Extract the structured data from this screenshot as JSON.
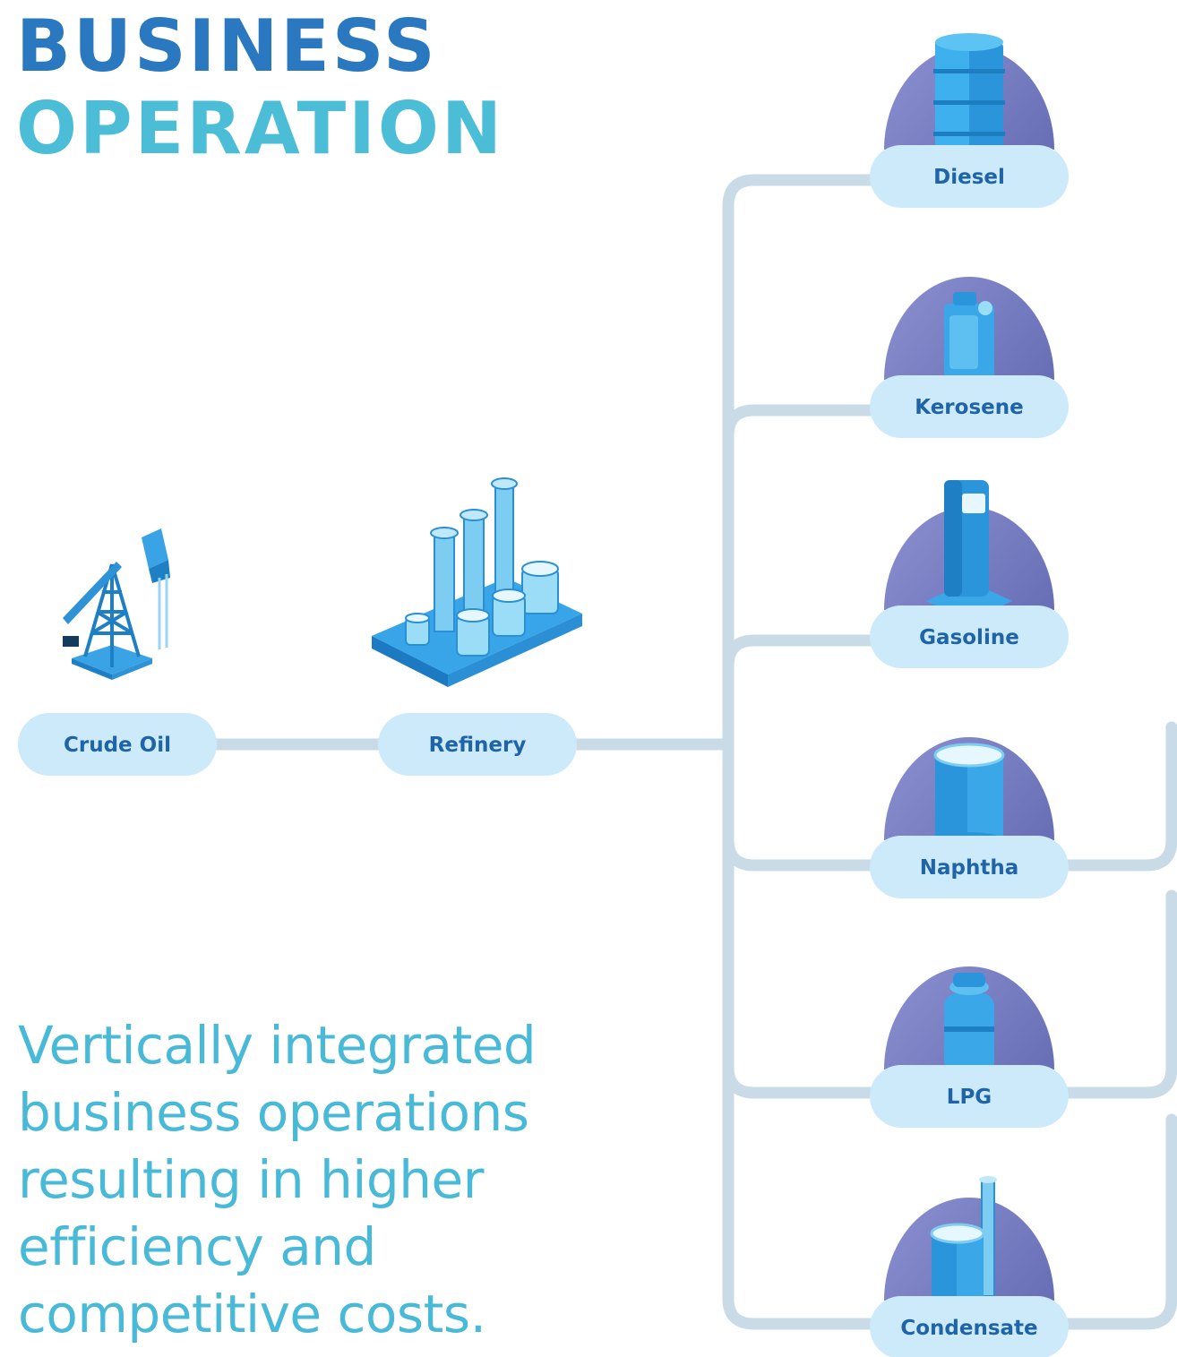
{
  "title": {
    "line1": "BUSINESS",
    "line2": "OPERATION"
  },
  "tagline": "Vertically integrated business operations resulting in higher efficiency and competitive costs.",
  "sources": [
    {
      "label": "Crude Oil",
      "icon": "pumpjack-icon"
    },
    {
      "label": "Refinery",
      "icon": "refinery-icon"
    }
  ],
  "products": [
    {
      "label": "Diesel",
      "icon": "oil-barrel-icon"
    },
    {
      "label": "Kerosene",
      "icon": "jerrycan-icon"
    },
    {
      "label": "Gasoline",
      "icon": "fuel-pump-icon"
    },
    {
      "label": "Naphtha",
      "icon": "storage-tank-icon"
    },
    {
      "label": "LPG",
      "icon": "gas-cylinder-icon"
    },
    {
      "label": "Condensate",
      "icon": "tank-tower-icon"
    }
  ],
  "colors": {
    "title_dark": "#2a78bf",
    "title_light": "#4bbdd6",
    "pill": "#cdeafb",
    "pill_text": "#1e64a6",
    "connector": "#c9dbe6",
    "dome": "#6b72bb",
    "icon_blue": "#3aa3e6"
  }
}
